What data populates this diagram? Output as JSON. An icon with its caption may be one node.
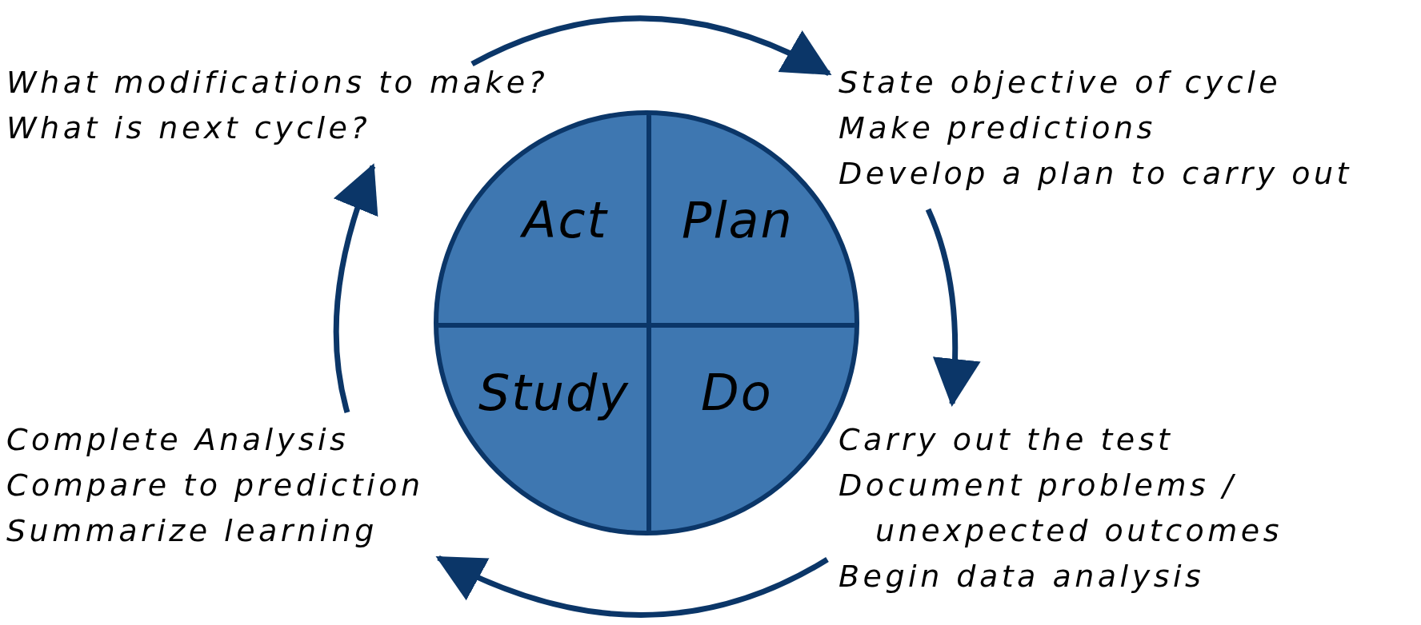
{
  "diagram": {
    "nodes": [
      {
        "text": [
          "What modifications to make?",
          "What is next cycle?"
        ]
      },
      {
        "text": [
          "State objective of cycle",
          "Make predictions",
          "Develop a plan to carry out"
        ]
      },
      {
        "text": [],
        "shape": "circle"
      },
      {
        "text": [
          "Act"
        ],
        "in": 2
      },
      {
        "text": [
          "Plan"
        ],
        "in": 2
      },
      {
        "text": [
          "Study"
        ],
        "in": 2
      },
      {
        "text": [
          "Do"
        ],
        "in": 2
      },
      {
        "text": [
          "Complete Analysis",
          "Compare to prediction",
          "Summarize learning"
        ]
      },
      {
        "text": [
          "Carry out the test",
          "Document problems / unexpected outcomes",
          "Begin data analysis"
        ]
      }
    ],
    "edges": [
      {
        "from": 0,
        "to": 1,
        "arrow": "to"
      },
      {
        "from": 1,
        "to": 8,
        "arrow": "to"
      },
      {
        "from": 8,
        "to": 7,
        "arrow": "to"
      },
      {
        "from": 7,
        "to": 0,
        "arrow": "to"
      }
    ]
  }
}
